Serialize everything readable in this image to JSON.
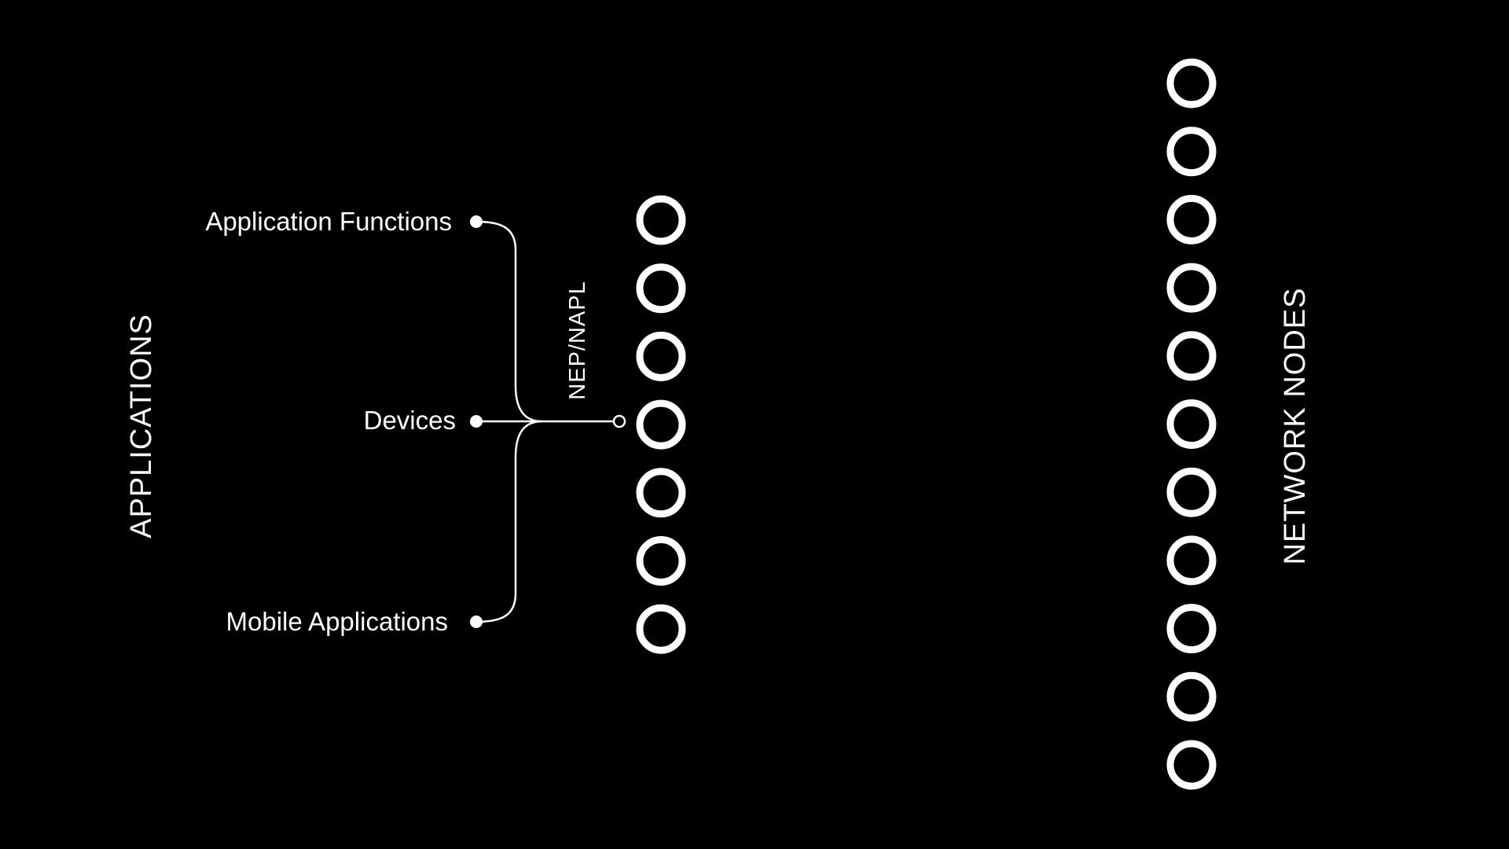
{
  "colors": {
    "background": "#000000",
    "foreground": "#ffffff"
  },
  "left_title": "APPLICATIONS",
  "right_title": "NETWORK NODES",
  "interface_label": "NEP/NAPL",
  "sources": [
    {
      "label": "Application Functions"
    },
    {
      "label": "Devices"
    },
    {
      "label": "Mobile Applications"
    }
  ],
  "exposure_nodes": 7,
  "network_nodes": 11
}
